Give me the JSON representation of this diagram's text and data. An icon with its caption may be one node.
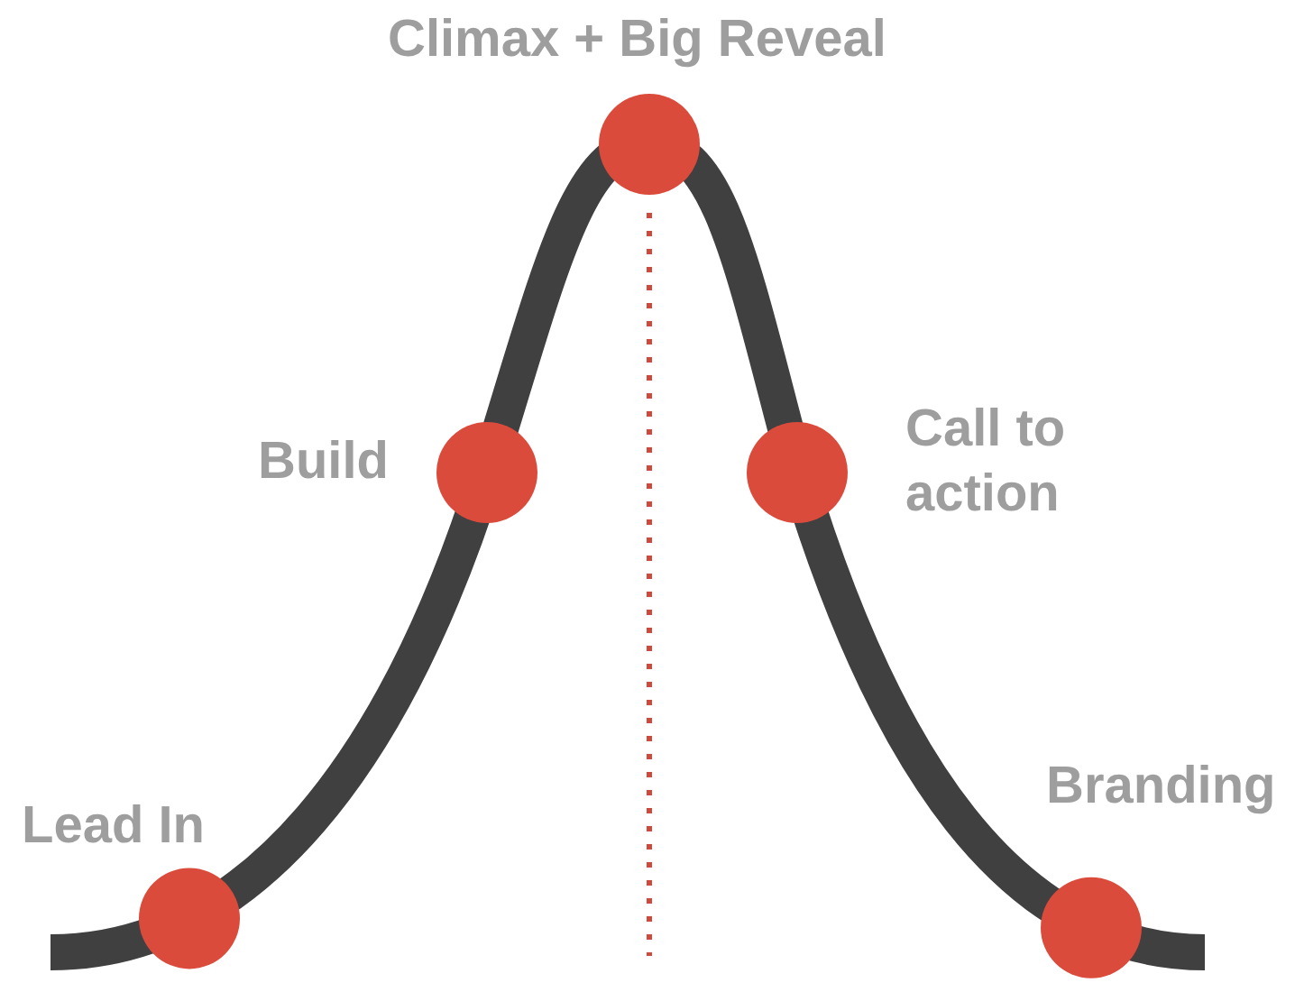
{
  "diagram": {
    "labels": [
      "Climax + Big Reveal",
      "Build",
      "Call to action",
      "Branding",
      "Lead In"
    ]
  }
}
